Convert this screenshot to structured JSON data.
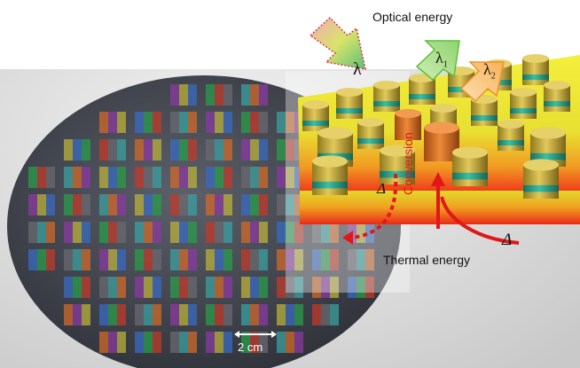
{
  "labels": {
    "optical_energy": "Optical energy",
    "thermal_energy": "Thermal energy",
    "conversion": "Conversion",
    "scale": "2 cm",
    "lambda": "λ",
    "lambda1_base": "λ",
    "lambda1_sub": "1",
    "lambda2_base": "λ",
    "lambda2_sub": "2",
    "delta_left": "Δ",
    "delta_right": "Δ"
  },
  "colors": {
    "wafer": "#4a4d55",
    "slab_top": "#f2ec3a",
    "slab_bottom": "#ee2b1a",
    "pillar_gold": "#c9b038",
    "pillar_band": "#2aa08a",
    "pillar_orange": "#d06a1e",
    "arrow_red": "#e01818",
    "arrow_green": "#7ccf5a",
    "arrow_orange": "#f4a640"
  }
}
